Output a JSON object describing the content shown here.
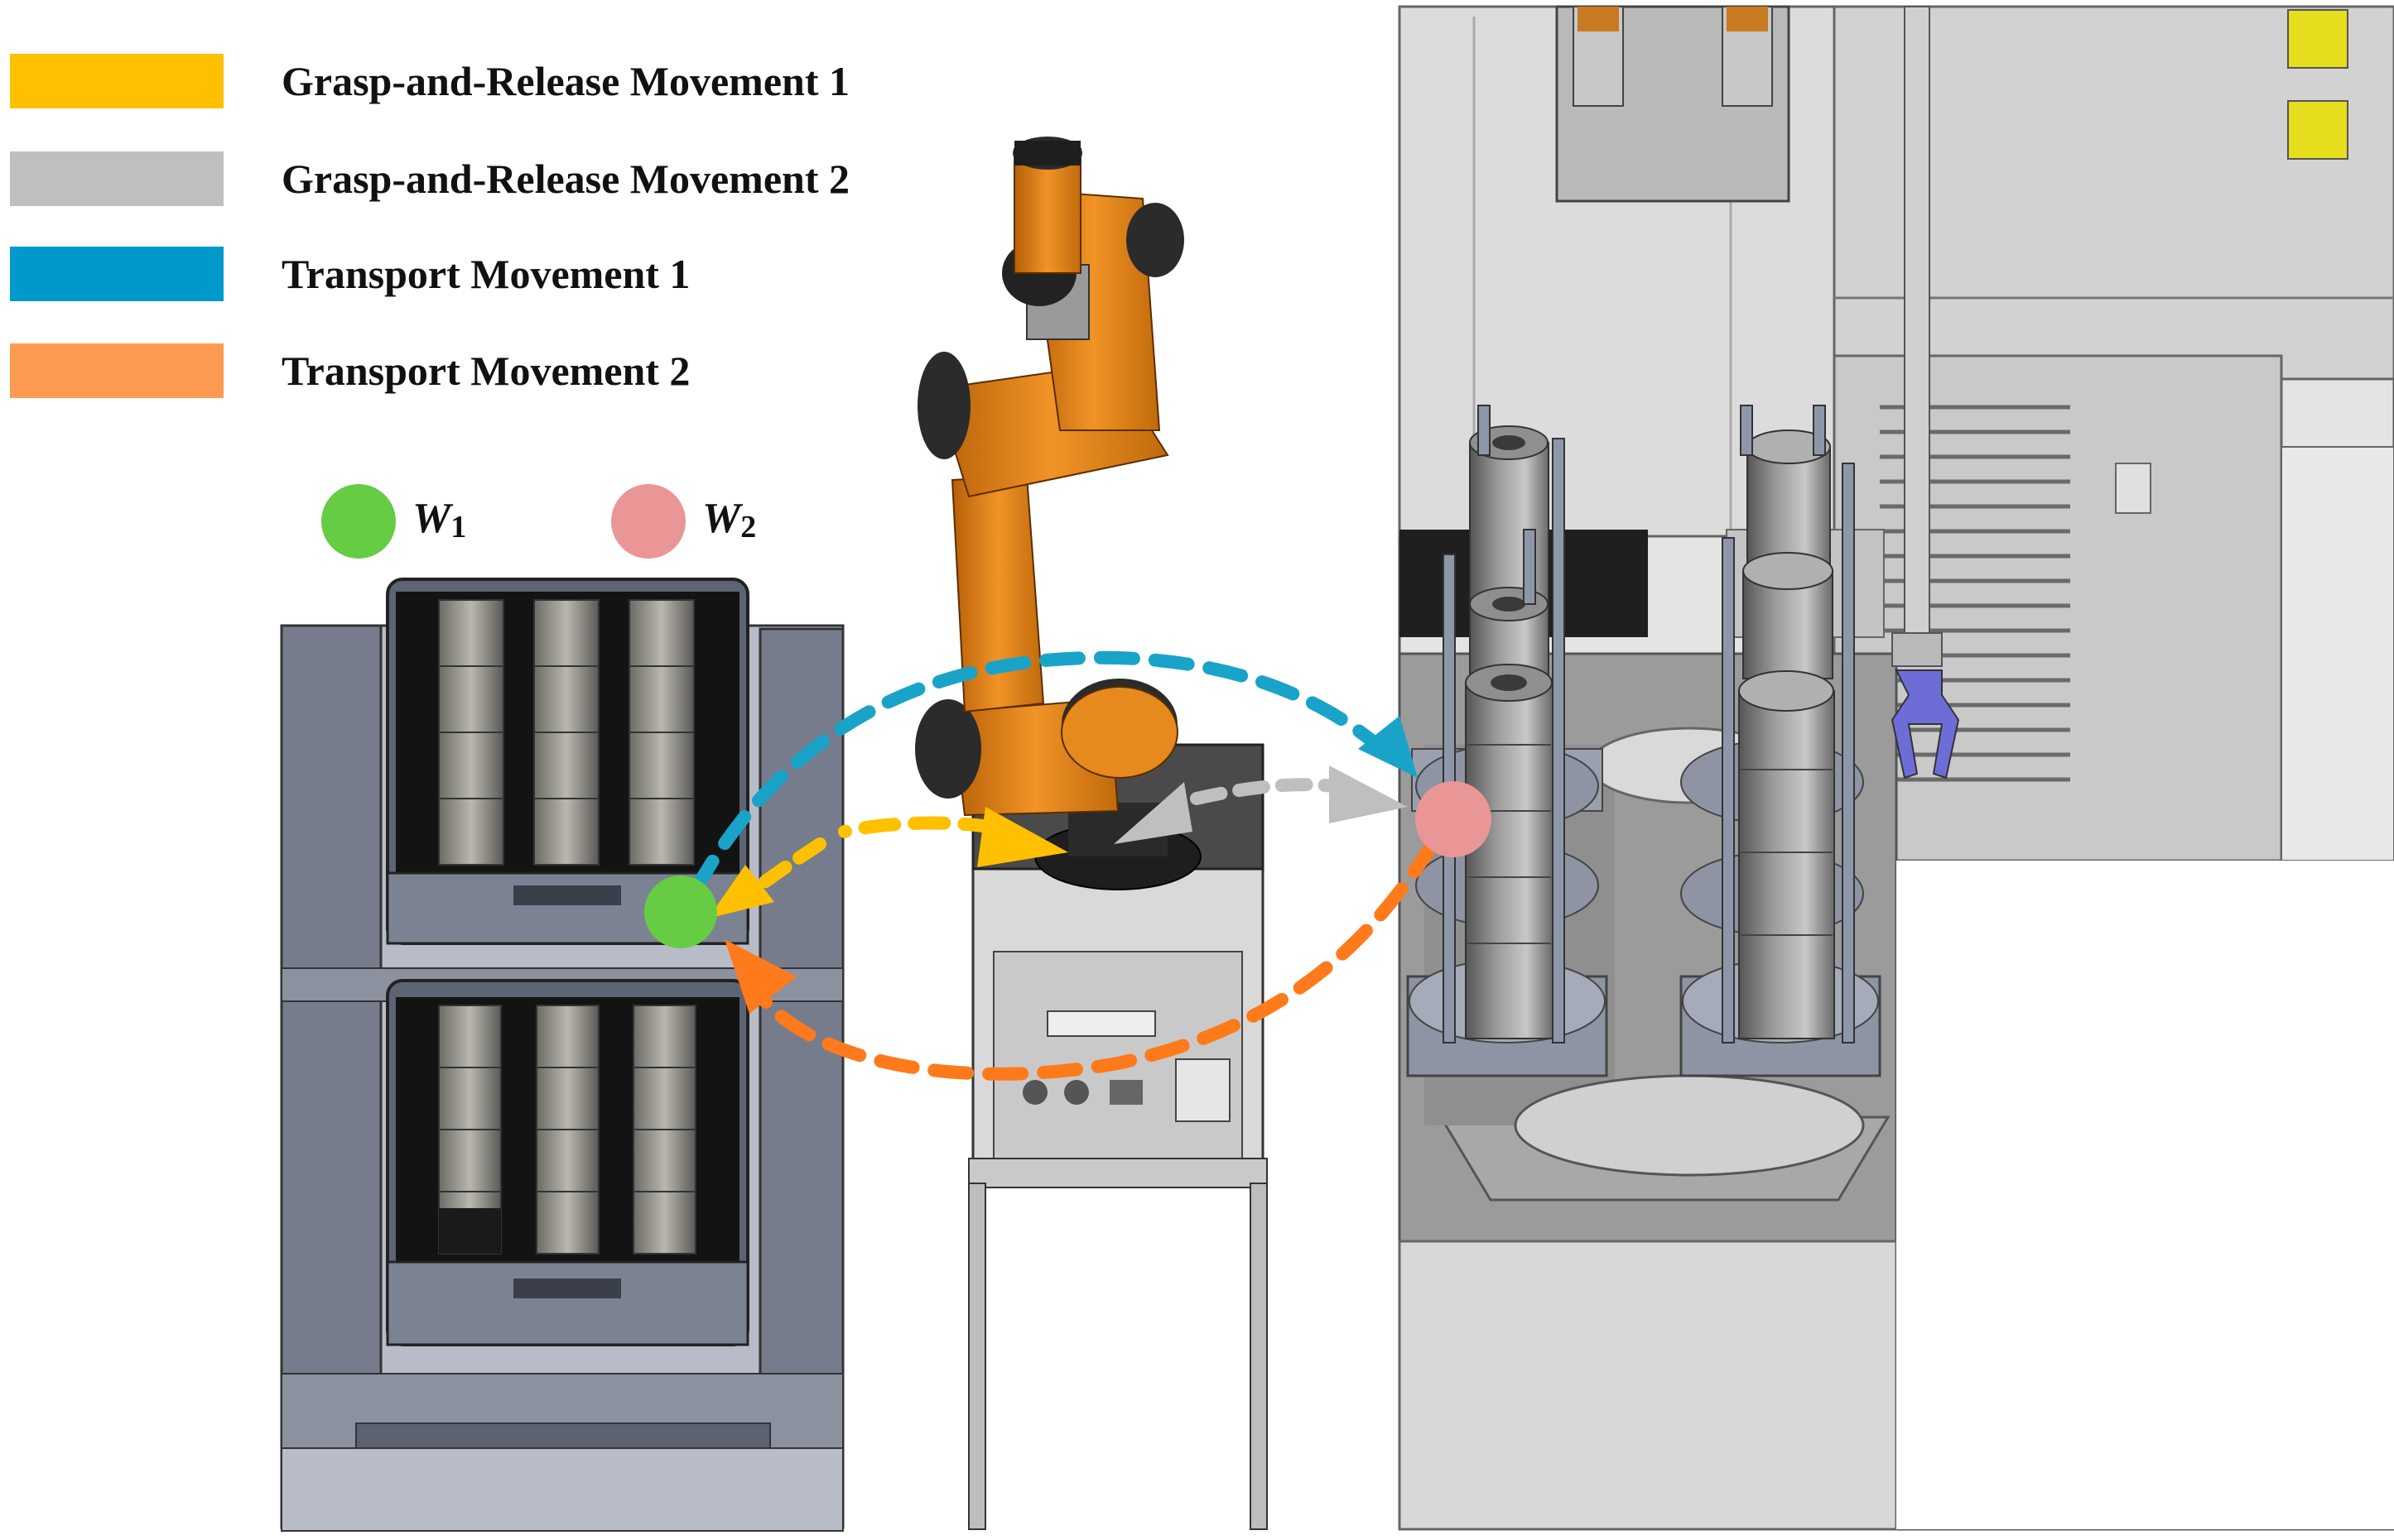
{
  "legend": {
    "items": [
      {
        "label": "Grasp-and-Release Movement 1",
        "color": "#ffc000"
      },
      {
        "label": "Grasp-and-Release Movement 2",
        "color": "#bfbfbf"
      },
      {
        "label": "Transport Movement 1",
        "color": "#0099cc"
      },
      {
        "label": "Transport Movement 2",
        "color": "#ff9b50"
      }
    ]
  },
  "waypoints": {
    "w1": {
      "letter": "W",
      "sub": "1",
      "color": "#66cc44"
    },
    "w2": {
      "letter": "W",
      "sub": "2",
      "color": "#ea9696"
    }
  },
  "colors": {
    "robot_orange": "#e8861a",
    "robot_dark": "#2a2a2a",
    "frame_gray": "#7c7f8a",
    "machine_gray": "#d6d6d6",
    "grasp1": "#ffc000",
    "grasp2": "#bfbfbf",
    "transport1": "#1aa3c9",
    "transport2": "#ff7a1a"
  }
}
